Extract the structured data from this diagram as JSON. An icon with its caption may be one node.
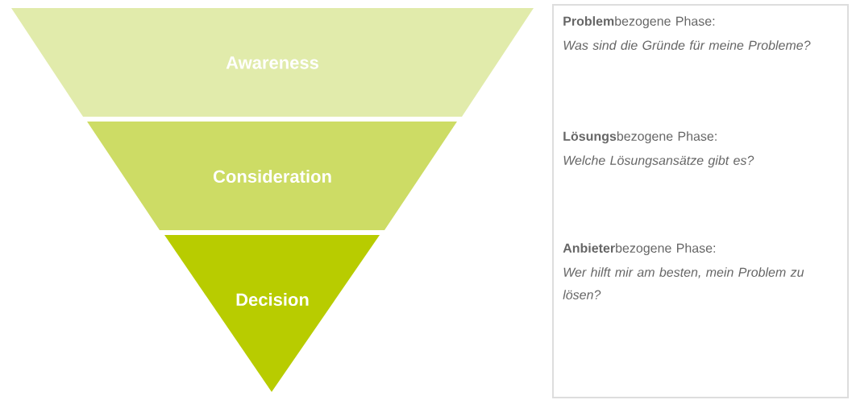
{
  "diagram": {
    "nodes": [
      {
        "text": [
          "Awareness"
        ]
      },
      {
        "text": [
          "Consideration"
        ]
      },
      {
        "text": [
          "Decision"
        ]
      },
      {
        "text": [
          "**Problem**bezogene Phase:",
          "Was sind die Gründe für meine Probleme?",
          "**Lösungs**bezogene Phase:",
          "Welche Lösungsansätze gibt es?",
          "**Anbieter**bezogene Phase:",
          "Wer hilft mir am besten, mein Problem zu lösen?"
        ]
      }
    ]
  }
}
